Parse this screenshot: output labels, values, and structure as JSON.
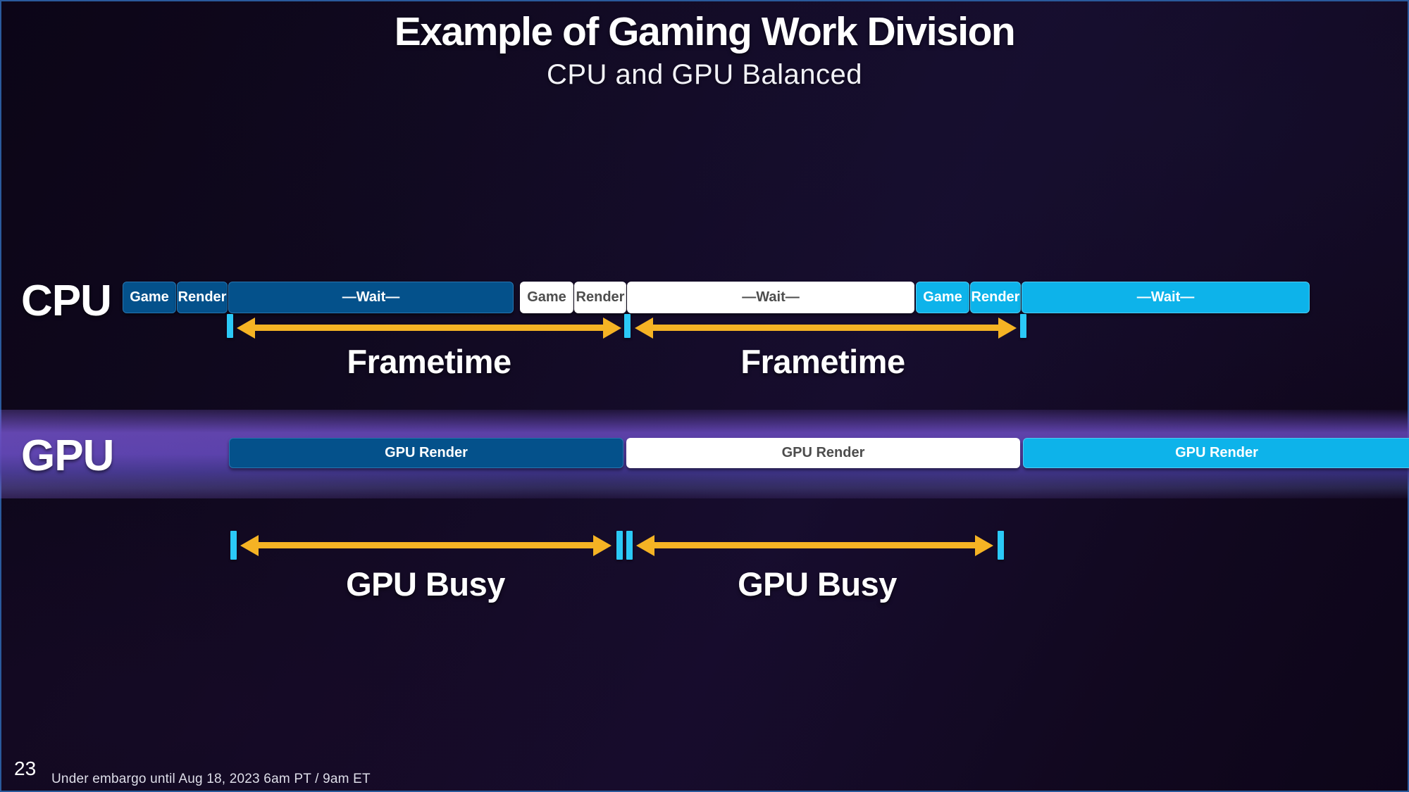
{
  "slide": {
    "title": "Example of Gaming Work Division",
    "subtitle": "CPU and GPU Balanced",
    "page_number": "23",
    "footer_note": "Under embargo until Aug 18, 2023 6am PT / 9am ET"
  },
  "colors": {
    "dark_blue_block": "#04518B",
    "white_block": "#FFFFFF",
    "cyan_block": "#0DB3EA",
    "arrow_gold": "#F5B324",
    "tick_cyan": "#2BC9F7",
    "band_purple": "#6345B6",
    "slide_border_blue": "#2A5A9C"
  },
  "cpu": {
    "label": "CPU",
    "segments": [
      {
        "label": "Game",
        "style": "dark"
      },
      {
        "label": "Render",
        "style": "dark"
      },
      {
        "label": "—Wait—",
        "style": "dark"
      },
      {
        "label": "Game",
        "style": "white"
      },
      {
        "label": "Render",
        "style": "white"
      },
      {
        "label": "—Wait—",
        "style": "white"
      },
      {
        "label": "Game",
        "style": "cyan"
      },
      {
        "label": "Render",
        "style": "cyan"
      },
      {
        "label": "—Wait—",
        "style": "cyan"
      }
    ]
  },
  "frametime": {
    "labels": [
      "Frametime",
      "Frametime"
    ]
  },
  "gpu": {
    "label": "GPU",
    "segments": [
      {
        "label": "GPU Render",
        "style": "dark"
      },
      {
        "label": "GPU Render",
        "style": "white"
      },
      {
        "label": "GPU Render",
        "style": "cyan"
      }
    ]
  },
  "gpu_busy": {
    "labels": [
      "GPU Busy",
      "GPU Busy"
    ]
  }
}
